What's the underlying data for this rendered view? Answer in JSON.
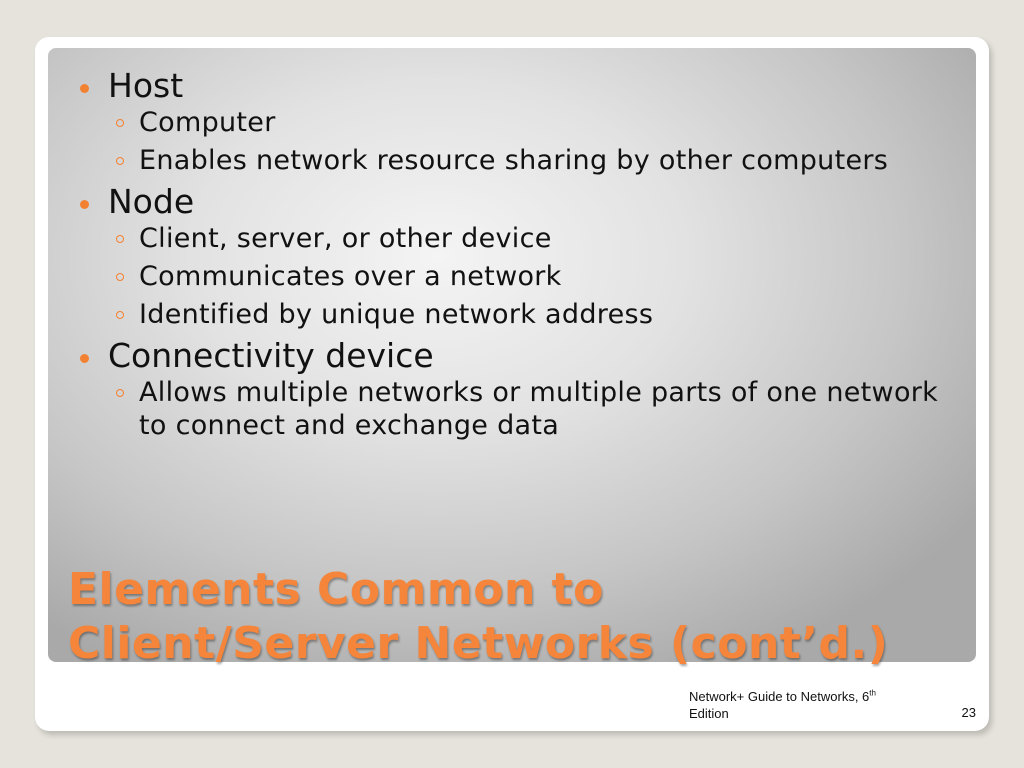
{
  "slide": {
    "title_line1": "Elements Common to",
    "title_line2": "Client/Server Networks (cont’d.)",
    "bullets": [
      {
        "text": "Host",
        "subs": [
          "Computer",
          "Enables network resource sharing by other computers"
        ]
      },
      {
        "text": "Node",
        "subs": [
          "Client, server, or other device",
          "Communicates over a network",
          "Identified by unique network address"
        ]
      },
      {
        "text": "Connectivity device",
        "subs": [
          "Allows multiple networks or multiple parts of one network to connect and exchange data"
        ]
      }
    ]
  },
  "footer": {
    "book_title": "Network+ Guide to Networks, 6",
    "edition_superscript": "th",
    "edition_word": "Edition",
    "page_number": "23"
  },
  "colors": {
    "accent": "#f28232",
    "title": "#f5853a",
    "background": "#e6e3dc"
  }
}
